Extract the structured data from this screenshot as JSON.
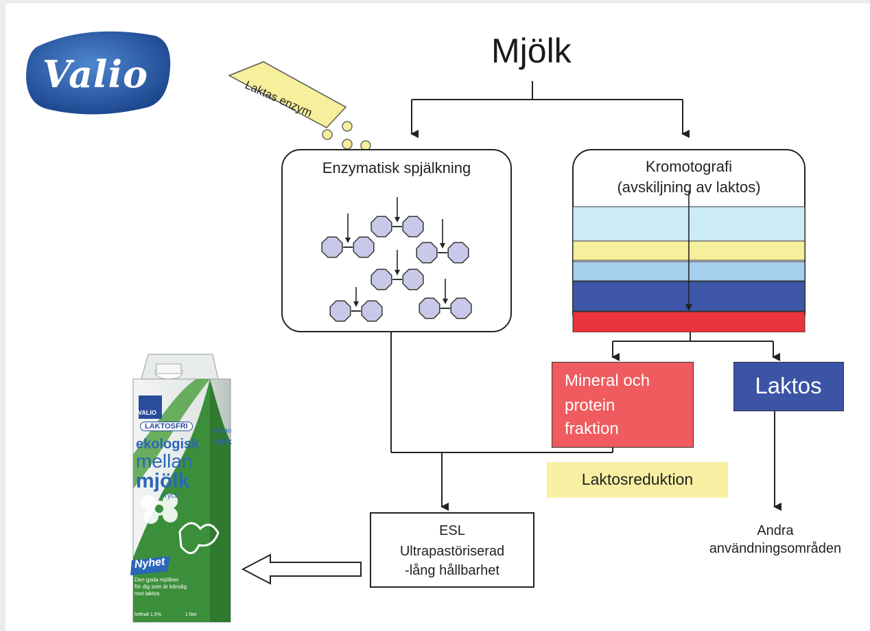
{
  "title": "Mjölk",
  "logo": {
    "text": "Valio",
    "color": "#1f4e9b"
  },
  "enzyme_packet": {
    "label": "Laktas enzym",
    "color": "#f6ef9b"
  },
  "left_process": {
    "title": "Enzymatisk spjälkning",
    "molecule_color": "#c8c8e8"
  },
  "right_process": {
    "title_line1": "Kromotografi",
    "title_line2": "(avskiljning av laktos)",
    "layer_colors": [
      "#cdeaf7",
      "#f6ef9b",
      "#a6cfee",
      "#3d56a7",
      "#e8343a"
    ]
  },
  "mineral_box": {
    "line1": "Mineral och",
    "line2": "protein",
    "line3": "fraktion",
    "color": "#ef5b5f"
  },
  "laktos_box": {
    "label": "Laktos",
    "color": "#3b54a6"
  },
  "reduction_label": {
    "text": "Laktosreduktion",
    "color": "#f7f0a3"
  },
  "esl_box": {
    "line1": "ESL",
    "line2": "Ultrapastöriserad",
    "line3": "-lång hållbarhet"
  },
  "other_uses": {
    "line1": "Andra",
    "line2": "användningsområden"
  },
  "carton": {
    "brand": "VALIO",
    "badge": "LAKTOSFRI",
    "line1": "ekologisk",
    "line2": "mellan",
    "line3": "mjölk",
    "line4": "dryck",
    "tag": "Nyhet",
    "fine1": "Den goda mjölken",
    "fine2": "för dig som är känslig",
    "fine3": "mot laktos",
    "fat": "fetthalt 1,5%",
    "volume": "1 liter",
    "side1": "mellan",
    "side2": "mjölk",
    "green": "#3c8f3a"
  }
}
